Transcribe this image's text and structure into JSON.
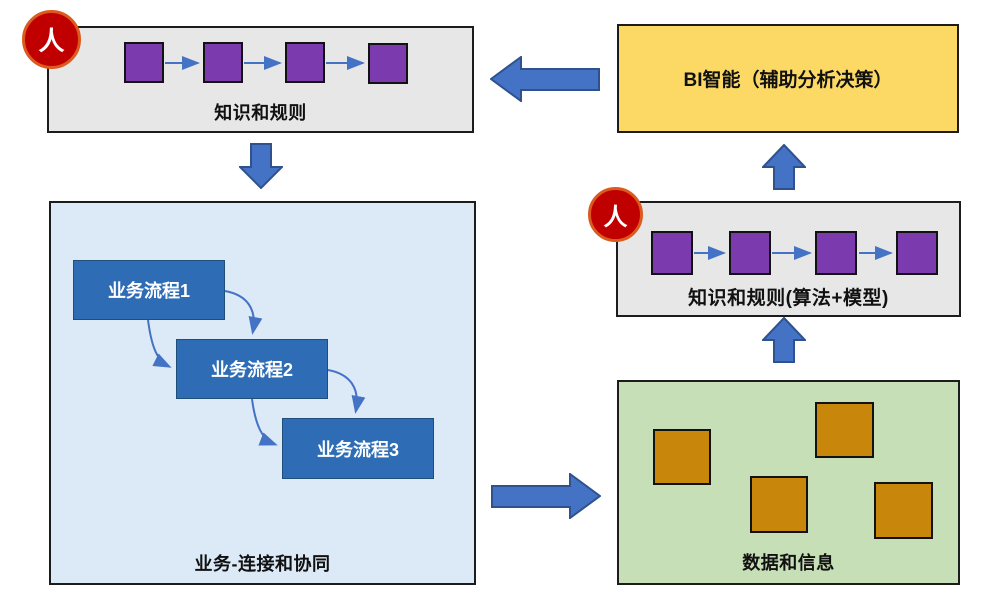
{
  "badges": {
    "human": "人"
  },
  "boxes": {
    "knowledge_top": {
      "label": "知识和规则"
    },
    "bi": {
      "label": "BI智能（辅助分析决策）"
    },
    "business": {
      "label": "业务-连接和协同",
      "processes": [
        "业务流程1",
        "业务流程2",
        "业务流程3"
      ]
    },
    "knowledge_right": {
      "label": "知识和规则(算法+模型)"
    },
    "data": {
      "label": "数据和信息"
    }
  },
  "colors": {
    "big_arrow_fill": "#4472C4",
    "big_arrow_stroke": "#2F528F",
    "connector_blue": "#4472C4",
    "purple_block": "#7B3AAE",
    "orange_block": "#C8860B",
    "panel_gray": "#E8E7E7",
    "panel_yellow": "#FBD964",
    "panel_blue": "#DCE9F6",
    "panel_green": "#C7DFB6",
    "process_box_blue": "#2E6CB5",
    "human_circle_red": "#C00000"
  }
}
